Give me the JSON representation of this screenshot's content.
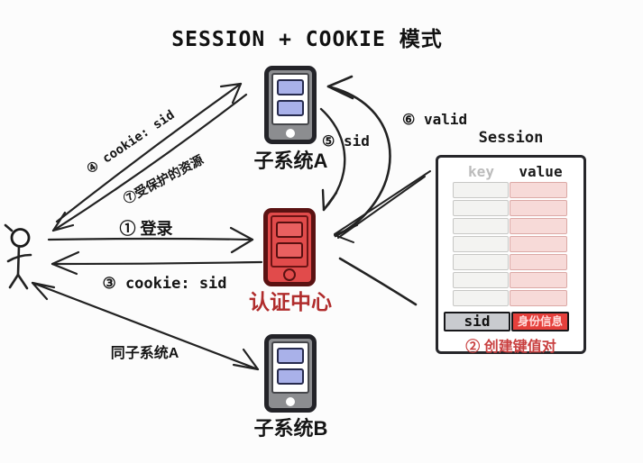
{
  "title": "SESSION + COOKIE 模式",
  "nodes": {
    "subsystem_a": {
      "label": "子系统A"
    },
    "auth_center": {
      "label": "认证中心"
    },
    "subsystem_b": {
      "label": "子系统B"
    }
  },
  "edges": {
    "login": "① 登录",
    "cookie_set": "③ cookie: sid",
    "cookie_send": "④ cookie: sid",
    "sid_check": "⑤ sid",
    "valid": "⑥ valid",
    "protected_resource": "⑦受保护的资源",
    "same_subsystem": "同子系统A"
  },
  "session_table": {
    "title": "Session",
    "col_key": "key",
    "col_value": "value",
    "empty_rows": 7,
    "entry_key": "sid",
    "entry_value": "身份信息",
    "caption": "② 创建键值对"
  },
  "colors": {
    "auth_red": "#e14b4b",
    "screen_blue": "#a9b1e9",
    "label_red": "#b02c2c",
    "table_pink": "#f7dad8",
    "ink": "#222222"
  }
}
